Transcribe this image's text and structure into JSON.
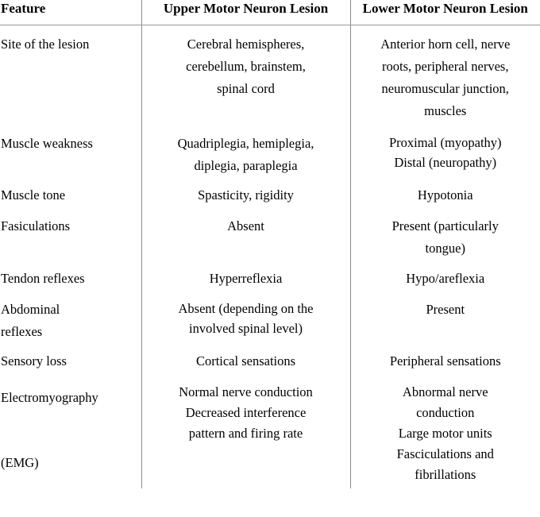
{
  "table": {
    "columns": [
      {
        "key": "feature",
        "header": "Feature",
        "align": "left"
      },
      {
        "key": "umn",
        "header": "Upper Motor Neuron\nLesion",
        "align": "center"
      },
      {
        "key": "lmn",
        "header": "Lower Motor Neuron\nLesion",
        "align": "center"
      }
    ],
    "rows": [
      {
        "feature": "Site of the lesion",
        "umn": "Cerebral hemispheres,\ncerebellum, brainstem,\nspinal cord",
        "lmn": "Anterior horn cell, nerve\nroots, peripheral nerves,\nneuromuscular junction,\nmuscles"
      },
      {
        "feature": "Muscle weakness",
        "umn": "Quadriplegia, hemiplegia,\ndiplegia, paraplegia",
        "lmn": "Proximal (myopathy)\nDistal (neuropathy)"
      },
      {
        "feature": "Muscle tone",
        "umn": "Spasticity, rigidity",
        "lmn": "Hypotonia"
      },
      {
        "feature": "Fasiculations",
        "umn": "Absent",
        "lmn": "Present (particularly\ntongue)"
      },
      {
        "feature": "Tendon reflexes",
        "umn": "Hyperreflexia",
        "lmn": "Hypo/areflexia"
      },
      {
        "feature": "Abdominal\nreflexes",
        "umn": "Absent (depending on the\ninvolved spinal level)",
        "lmn": "Present"
      },
      {
        "feature": "Sensory loss",
        "umn": "Cortical sensations",
        "lmn": "Peripheral sensations"
      },
      {
        "feature": "Electromyography\n\n(EMG)",
        "umn": "Normal nerve conduction\nDecreased interference\npattern and firing rate",
        "lmn": "Abnormal nerve\nconduction\nLarge motor units\nFasciculations and\nfibrillations"
      }
    ]
  },
  "style": {
    "text_color": "#000000",
    "rule_color": "#8c8c8c",
    "background": "#ffffff"
  }
}
